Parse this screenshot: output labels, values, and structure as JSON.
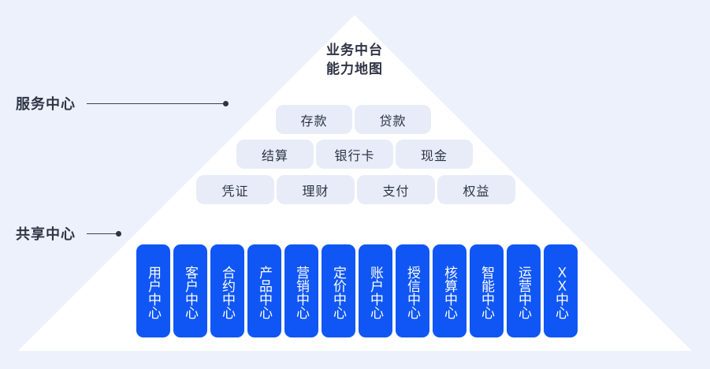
{
  "canvas": {
    "background_color": "#edf1fb",
    "pyramid_color": "#ffffff",
    "accent_blue": "#0f56f5",
    "pill_color": "#e7ecf8",
    "text_color": "#2f3445"
  },
  "title": {
    "line1": "业务中台",
    "line2": "能力地图"
  },
  "annotations": [
    {
      "key": "service",
      "label": "服务中心"
    },
    {
      "key": "shared",
      "label": "共享中心"
    }
  ],
  "service_center": {
    "rows": [
      {
        "items": [
          "存款",
          "贷款"
        ]
      },
      {
        "items": [
          "结算",
          "银行卡",
          "现金"
        ]
      },
      {
        "items": [
          "凭证",
          "理财",
          "支付",
          "权益"
        ]
      }
    ]
  },
  "shared_center": {
    "cards": [
      {
        "label": "用户中心"
      },
      {
        "label": "客户中心"
      },
      {
        "label": "合约中心"
      },
      {
        "label": "产品中心"
      },
      {
        "label": "营销中心"
      },
      {
        "label": "定价中心"
      },
      {
        "label": "账户中心"
      },
      {
        "label": "授信中心"
      },
      {
        "label": "核算中心"
      },
      {
        "label": "智能中心"
      },
      {
        "label": "运营中心"
      },
      {
        "label": "ＸＸ中心"
      }
    ]
  }
}
